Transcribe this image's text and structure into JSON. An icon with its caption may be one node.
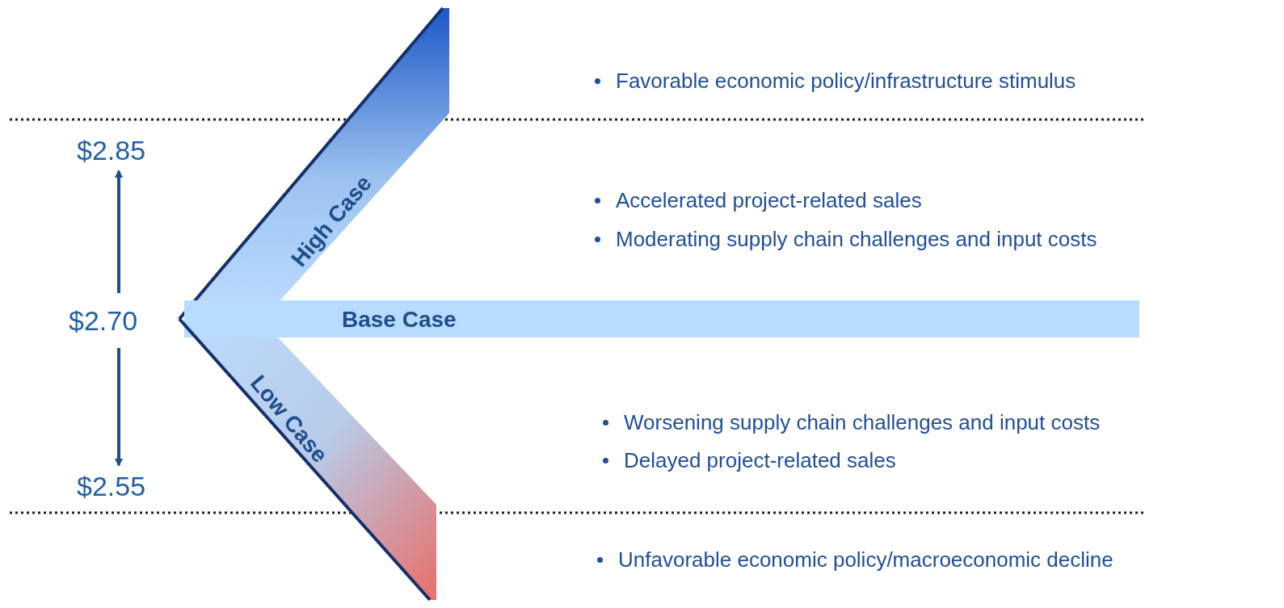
{
  "diagram": {
    "nodes": [
      {
        "text": [
          "$2.85"
        ]
      },
      {
        "text": [
          "$2.70"
        ]
      },
      {
        "text": [
          "$2.55"
        ]
      },
      {
        "text": [
          "High Case"
        ]
      },
      {
        "text": [
          "Base Case"
        ]
      },
      {
        "text": [
          "Low Case"
        ]
      }
    ],
    "edges": [
      {
        "from": 1,
        "to": 0,
        "arrow": "to"
      },
      {
        "from": 1,
        "to": 2,
        "arrow": "to"
      }
    ],
    "labels": [
      "Favorable economic policy/infrastructure stimulus",
      "Accelerated project-related sales",
      "Moderating supply chain challenges and input costs",
      "Worsening supply chain challenges and input costs",
      "Delayed project-related sales",
      "Unfavorable economic policy/macroeconomic decline"
    ]
  }
}
